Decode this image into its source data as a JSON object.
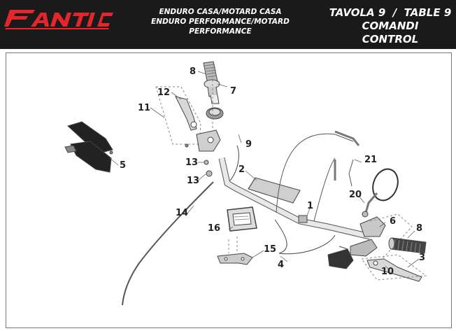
{
  "brand": {
    "logo_text": "FANTIC"
  },
  "header": {
    "models": [
      "ENDURO CASA/MOTARD CASA",
      "ENDURO PERFORMANCE/MOTARD PERFORMANCE"
    ],
    "table_title": "TAVOLA 9  /  TABLE 9",
    "section_it": "COMANDI",
    "section_en": "CONTROL"
  },
  "colors": {
    "header_bg": "#1a1a1a",
    "logo_red": "#e3262b",
    "text": "#ffffff"
  },
  "callouts": [
    {
      "id": "c8a",
      "label": "8"
    },
    {
      "id": "c7",
      "label": "7"
    },
    {
      "id": "c12",
      "label": "12"
    },
    {
      "id": "c11",
      "label": "11"
    },
    {
      "id": "c9",
      "label": "9"
    },
    {
      "id": "c5",
      "label": "5"
    },
    {
      "id": "c13a",
      "label": "13"
    },
    {
      "id": "c13b",
      "label": "13"
    },
    {
      "id": "c2",
      "label": "2"
    },
    {
      "id": "c21",
      "label": "21"
    },
    {
      "id": "c20",
      "label": "20"
    },
    {
      "id": "c1",
      "label": "1"
    },
    {
      "id": "c14",
      "label": "14"
    },
    {
      "id": "c6",
      "label": "6"
    },
    {
      "id": "c16",
      "label": "16"
    },
    {
      "id": "c8b",
      "label": "8"
    },
    {
      "id": "c15",
      "label": "15"
    },
    {
      "id": "c3",
      "label": "3"
    },
    {
      "id": "c4",
      "label": "4"
    },
    {
      "id": "c10",
      "label": "10"
    }
  ]
}
